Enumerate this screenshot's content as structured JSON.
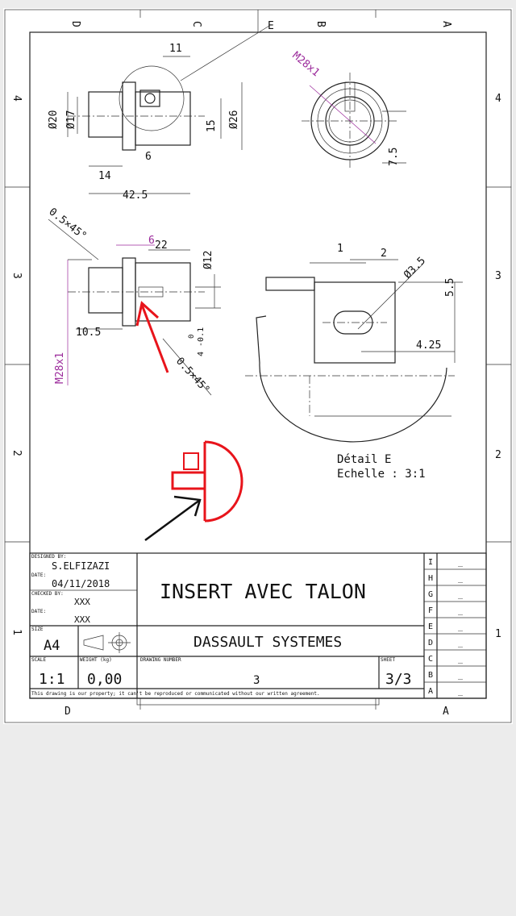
{
  "zones": {
    "cols": [
      "D",
      "C",
      "B",
      "A"
    ],
    "rows": [
      "4",
      "3",
      "2",
      "1"
    ]
  },
  "views": {
    "top_left_dims": [
      "11",
      "Ø20",
      "Ø17",
      "15",
      "Ø26",
      "6",
      "14",
      "42.5"
    ],
    "detail_callout": "E",
    "top_right_dims": [
      "M28x1",
      "7.5"
    ],
    "mid_left_dims": [
      "0.5×45°",
      "6",
      "22",
      "Ø12",
      "M28x1",
      "10.5",
      "0",
      "4 -0.1",
      "0.5×45°"
    ],
    "mid_right_dims": [
      "1",
      "2",
      "Ø3.5",
      "5.5",
      "4.25"
    ],
    "detail_label": "Détail E",
    "detail_scale": "Echelle :  3:1"
  },
  "title_block": {
    "designed_by_label": "DESIGNED BY:",
    "designed_by": "S.ELFIZAZI",
    "date_label": "DATE:",
    "date": "04/11/2018",
    "checked_by_label": "CHECKED BY:",
    "checked_by": "XXX",
    "date2_label": "DATE:",
    "date2": "XXX",
    "size_label": "SIZE",
    "size": "A4",
    "title": "INSERT AVEC TALON",
    "company": "DASSAULT SYSTEMES",
    "scale_label": "SCALE",
    "scale": "1:1",
    "weight_label": "WEIGHT (kg)",
    "weight": "0,00",
    "drawing_number_label": "DRAWING NUMBER",
    "drawing_number": "3",
    "sheet_label": "SHEET",
    "sheet": "3/3",
    "notice": "This drawing is our property; it can't be reproduced or communicated without our written agreement.",
    "revisions": [
      {
        "letter": "I",
        "value": "_"
      },
      {
        "letter": "H",
        "value": "_"
      },
      {
        "letter": "G",
        "value": "_"
      },
      {
        "letter": "F",
        "value": "_"
      },
      {
        "letter": "E",
        "value": "_"
      },
      {
        "letter": "D",
        "value": "_"
      },
      {
        "letter": "C",
        "value": "_"
      },
      {
        "letter": "B",
        "value": "_"
      },
      {
        "letter": "A",
        "value": "_"
      }
    ]
  },
  "colors": {
    "annotation_red": "#e8141b",
    "dimension_purple": "#9b2a9b",
    "ink": "#222222"
  }
}
